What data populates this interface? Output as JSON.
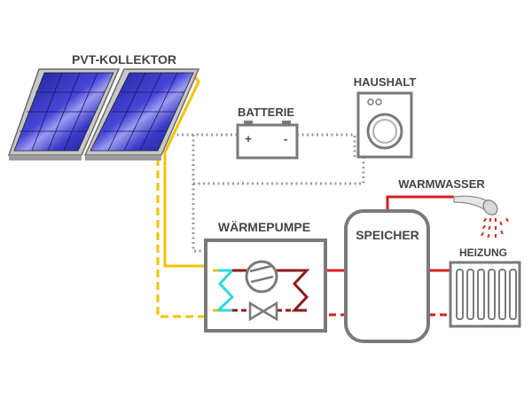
{
  "labels": {
    "collector": "PVT-KOLLEKTOR",
    "battery": "BATTERIE",
    "household": "HAUSHALT",
    "hot_water": "WARMWASSER",
    "heat_pump": "WÄRMEPUMPE",
    "storage": "SPEICHER",
    "heating": "HEIZUNG",
    "battery_plus": "+",
    "battery_minus": "-"
  },
  "colors": {
    "electric_line": "#9a9a9a",
    "solar_loop": "#f2c200",
    "cold_circuit": "#33d6e0",
    "refrigerant": "#8b1a1a",
    "hot_circuit": "#d42020",
    "equipment_outline": "#7a7a7a",
    "panel_blue": "#2a2aa8"
  },
  "icons": [
    "solar-panel-icon",
    "battery-icon",
    "washing-machine-icon",
    "shower-head-icon",
    "compressor-icon",
    "expansion-valve-icon",
    "radiator-icon"
  ]
}
